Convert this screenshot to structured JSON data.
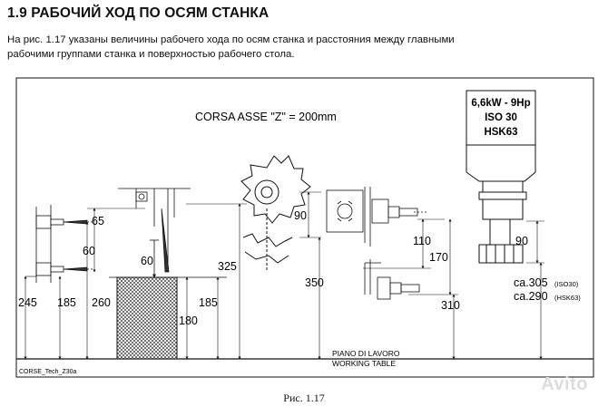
{
  "heading": "1.9 РАБОЧИЙ ХОД ПО ОСЯМ СТАНКА",
  "paragraph": {
    "line1": "На рис. 1.17 указаны величины рабочего хода по осям станка и расстояния между главными",
    "line2": "рабочими группами станка и поверхностью рабочего стола."
  },
  "figure": {
    "axis_title": "CORSA ASSE \"Z\" = 200mm",
    "spindle": {
      "power": "6,6kW - 9Hp",
      "iso": "ISO 30",
      "hsk": "HSK63"
    },
    "dims": {
      "d65": "65",
      "d60a": "60",
      "d60b": "60",
      "d245": "245",
      "d185a": "185",
      "d260": "260",
      "d325": "325",
      "d180": "180",
      "d185b": "185",
      "d90a": "90",
      "d350": "350",
      "d110": "110",
      "d170": "170",
      "d310": "310",
      "d90b": "90"
    },
    "ca305": "ca.305",
    "ca305_note": "(ISO30)",
    "ca290": "ca.290",
    "ca290_note": "(HSK63)",
    "table_it": "PIANO DI LAVORO",
    "table_en": "WORKING TABLE",
    "code": "CORSE_Tech_Z30a"
  },
  "caption": "Рис. 1.17",
  "watermark": "Avito"
}
